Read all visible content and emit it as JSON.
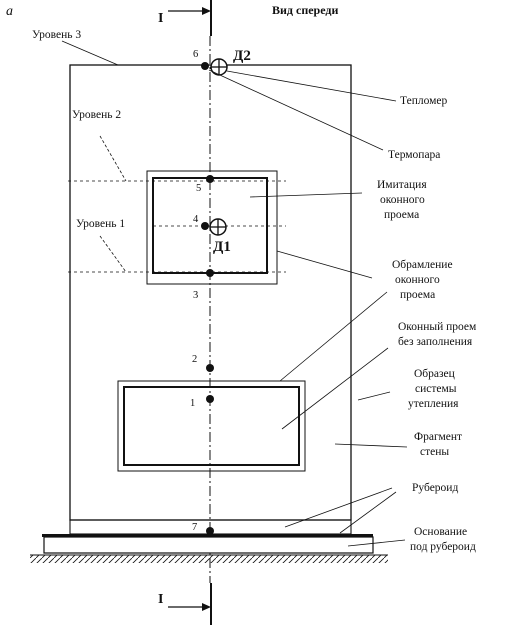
{
  "figure": {
    "panel_letter": "а",
    "view_title": "Вид спереди",
    "section_mark": "I"
  },
  "levels": {
    "level3": "Уровень 3",
    "level2": "Уровень 2",
    "level1": "Уровень 1"
  },
  "points": [
    "1",
    "2",
    "3",
    "4",
    "5",
    "6",
    "7"
  ],
  "sensors": {
    "d1": "Д1",
    "d2": "Д2"
  },
  "callouts": {
    "heat_meter": "Тепломер",
    "thermocouple": "Термопара",
    "window_imitation": [
      "Имитация",
      "оконного",
      "проема"
    ],
    "window_frame": [
      "Обрамление",
      "оконного",
      "проема"
    ],
    "window_open": [
      "Оконный проем",
      "без заполнения"
    ],
    "insulation_sample": [
      "Образец",
      "системы",
      "утепления"
    ],
    "wall_fragment": [
      "Фрагмент",
      "стены"
    ],
    "roofing": "Рубероид",
    "base": [
      "Основание",
      "под рубероид"
    ]
  },
  "colors": {
    "ink": "#111111",
    "background": "#ffffff"
  }
}
